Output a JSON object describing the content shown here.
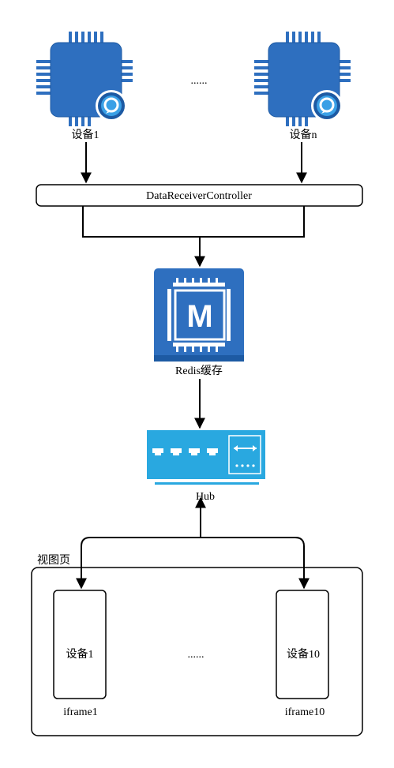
{
  "devices": {
    "first_label": "设备1",
    "last_label": "设备n",
    "ellipsis": "......"
  },
  "controller": {
    "label": "DataReceiverController"
  },
  "cache": {
    "label": "Redis缓存",
    "icon_letter": "M"
  },
  "hub": {
    "label": "Hub"
  },
  "view_page": {
    "title": "视图页",
    "ellipsis": "......",
    "frames": [
      {
        "inner": "设备1",
        "caption": "iframe1"
      },
      {
        "inner": "设备10",
        "caption": "iframe10"
      }
    ]
  },
  "colors": {
    "chip": "#2e6fbf",
    "chip_dark": "#1d5aa3",
    "alexa": "#3aa0e6",
    "hub": "#29a8e0"
  }
}
